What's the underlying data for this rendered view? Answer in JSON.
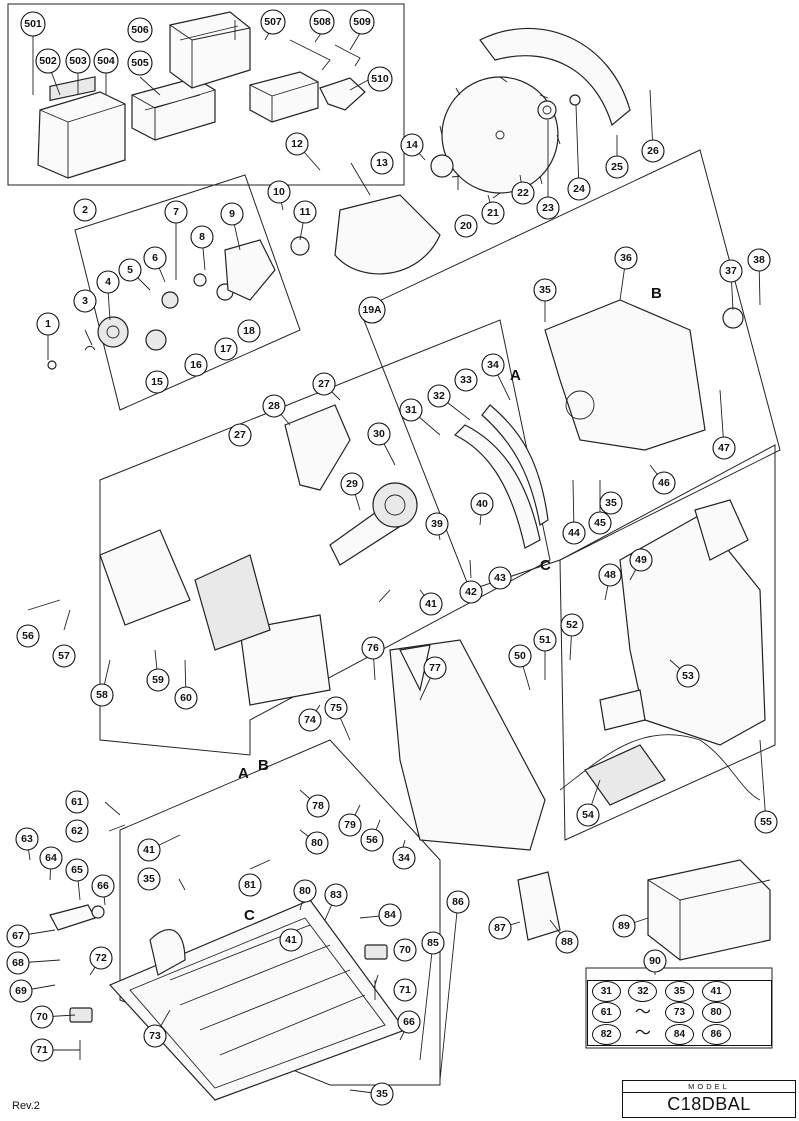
{
  "model": {
    "caption": "MODEL",
    "name": "C18DBAL"
  },
  "revision": "Rev.2",
  "ref_letters": {
    "a": "A",
    "b": "B",
    "c": "C"
  },
  "kit": {
    "callout": "90",
    "row1": [
      "31",
      "32",
      "35",
      "41"
    ],
    "row2_start": "61",
    "row2_end": "73",
    "row2_extra": "80",
    "row3_start": "82",
    "row3_end": "84",
    "row3_extra": "86",
    "range_symbol": "～"
  },
  "callouts": [
    "1",
    "2",
    "3",
    "4",
    "5",
    "6",
    "7",
    "8",
    "9",
    "10",
    "11",
    "12",
    "13",
    "14",
    "15",
    "16",
    "17",
    "18",
    "19A",
    "20",
    "21",
    "22",
    "23",
    "24",
    "25",
    "26",
    "27",
    "27",
    "28",
    "29",
    "30",
    "31",
    "32",
    "33",
    "34",
    "34",
    "35",
    "35",
    "35",
    "35",
    "35",
    "36",
    "37",
    "38",
    "39",
    "40",
    "41",
    "41",
    "41",
    "42",
    "43",
    "44",
    "45",
    "46",
    "47",
    "48",
    "49",
    "50",
    "51",
    "52",
    "53",
    "54",
    "55",
    "56",
    "56",
    "57",
    "58",
    "59",
    "60",
    "61",
    "62",
    "63",
    "64",
    "65",
    "66",
    "66",
    "67",
    "68",
    "69",
    "70",
    "70",
    "71",
    "71",
    "72",
    "73",
    "74",
    "75",
    "76",
    "77",
    "78",
    "79",
    "80",
    "80",
    "81",
    "82",
    "83",
    "84",
    "85",
    "86",
    "87",
    "88",
    "89",
    "501",
    "502",
    "503",
    "504",
    "505",
    "506",
    "507",
    "508",
    "509",
    "510"
  ]
}
